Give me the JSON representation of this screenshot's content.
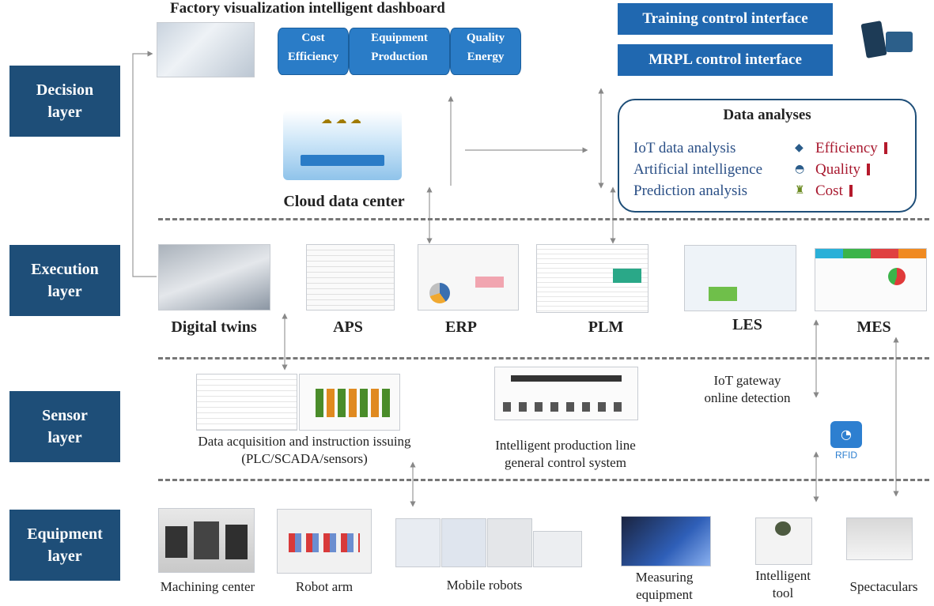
{
  "header": {
    "title": "Factory visualization intelligent dashboard"
  },
  "layers": [
    "Decision\nlayer",
    "Execution\nlayer",
    "Sensor\nlayer",
    "Equipment\nlayer"
  ],
  "dashboard_metrics": [
    {
      "top": "Cost",
      "bottom": "Efficiency"
    },
    {
      "top": "Equipment",
      "bottom": "Production"
    },
    {
      "top": "Quality",
      "bottom": "Energy"
    }
  ],
  "controls": {
    "training": "Training control interface",
    "mrpl": "MRPL control interface"
  },
  "cloud": {
    "label": "Cloud data center"
  },
  "data_analyses": {
    "title": "Data analyses",
    "items": [
      "IoT data analysis",
      "Artificial intelligence",
      "Prediction analysis"
    ],
    "results": [
      "Efficiency",
      "Quality",
      "Cost"
    ],
    "result_icons": [
      "piggy-bank-icon",
      "helmet-icon",
      "trophy-icon"
    ],
    "colors": {
      "items": "#2a4f86",
      "results": "#a8182e"
    }
  },
  "execution_systems": [
    "Digital twins",
    "APS",
    "ERP",
    "PLM",
    "LES",
    "MES"
  ],
  "sensor": {
    "acquisition": "Data acquisition and instruction issuing\n(PLC/SCADA/sensors)",
    "production_line": "Intelligent production line\ngeneral control system",
    "iot_gateway": "IoT gateway\nonline detection",
    "rfid": "RFID"
  },
  "equipment": [
    "Machining center",
    "Robot arm",
    "Mobile robots",
    "Measuring\nequipment",
    "Intelligent\ntool",
    "Spectaculars"
  ],
  "colors": {
    "layer_box": "#1e4e78",
    "control_box": "#2068b0",
    "metric_cylinder": "#2a7cc7"
  }
}
